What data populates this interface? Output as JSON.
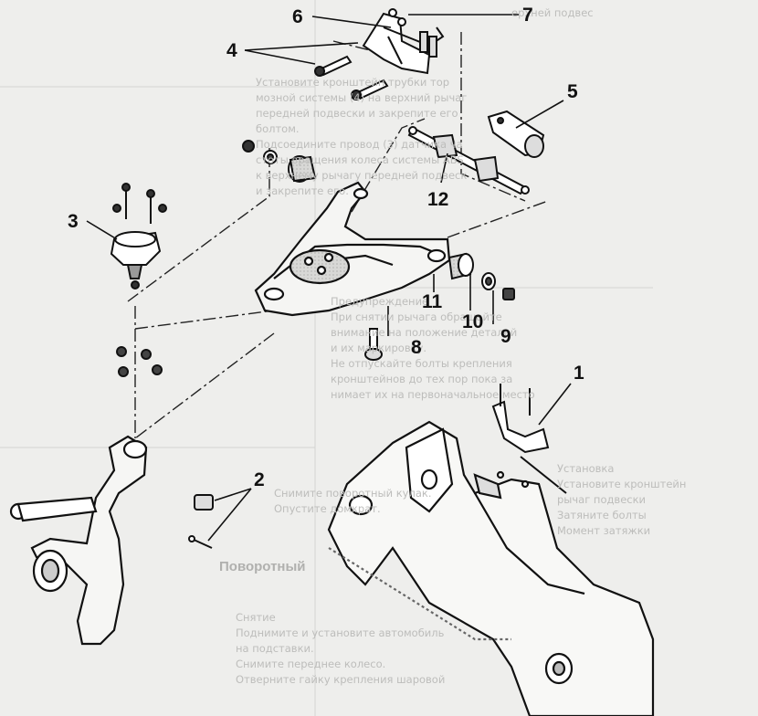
{
  "callouts": {
    "c1": "1",
    "c2": "2",
    "c3": "3",
    "c4": "4",
    "c5": "5",
    "c6": "6",
    "c7": "7",
    "c8": "8",
    "c9": "9",
    "c10": "10",
    "c11": "11",
    "c12": "12"
  },
  "background_text": {
    "top_right": "ерхней подвес",
    "left_col": [
      "Установите кронштейн трубки тор",
      "мозной системы (4) на верхний рычаг",
      "передней подвески и закрепите его",
      "болтом.",
      "Подсоедините провод (3) датчика ча",
      "стоты вращения колеса системы ABS",
      "к верхнему рычагу передней подвеск",
      "и закрепите его."
    ],
    "mid_right": [
      "Предупреждение",
      "При снятии рычага обращайте",
      "внимание на положение деталей",
      "и их маркировку.",
      "Не отпускайте болты крепления",
      "кронштейнов до тех пор пока за",
      "нимает их на первоначальное место"
    ],
    "bottom_left": [
      "Снимите поворотный кулак.",
      "Опустите домкрат."
    ],
    "bottom_title": "Поворотный",
    "bottom_small": [
      "Снятие",
      "Поднимите и установите автомобиль",
      "на подставки.",
      "Снимите переднее колесо.",
      "Отверните гайку крепления шаровой"
    ],
    "right_lower": [
      "Установка",
      "Установите кронштейн",
      "рычаг подвески",
      "Затяните болты",
      "Момент затяжки"
    ]
  }
}
